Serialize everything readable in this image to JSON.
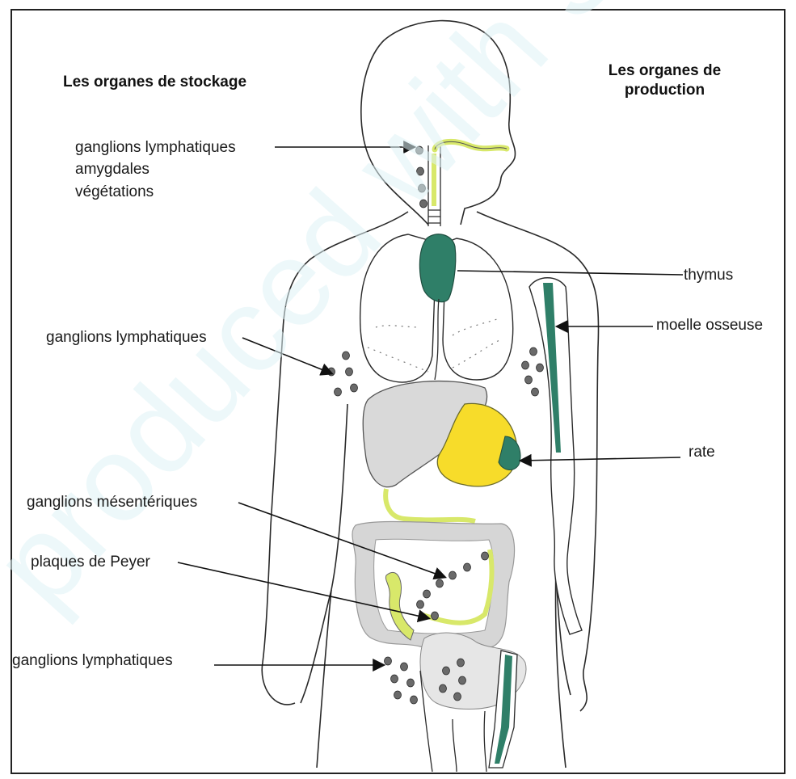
{
  "headings": {
    "storage": "Les organes de stockage",
    "production_line1": "Les organes de",
    "production_line2": "production"
  },
  "labels": {
    "neck_nodes_1": "ganglions lymphatiques",
    "neck_nodes_2": "amygdales",
    "neck_nodes_3": "végétations",
    "thymus": "thymus",
    "bone_marrow": "moelle osseuse",
    "axillary_nodes": "ganglions lymphatiques",
    "spleen": "rate",
    "mesenteric_nodes": "ganglions mésentériques",
    "peyer": "plaques de Peyer",
    "inguinal_nodes": "ganglions lymphatiques"
  },
  "watermark": "produced with Sc",
  "colors": {
    "lymph_organ": "#2f7f68",
    "spleen_body": "#f7dc2a",
    "lymph_vessel": "#d8e86a",
    "liver": "#d9d9d9",
    "node_dot": "#6a6a6a",
    "outline": "#2a2a2a",
    "watermark": "#dff3f6"
  }
}
